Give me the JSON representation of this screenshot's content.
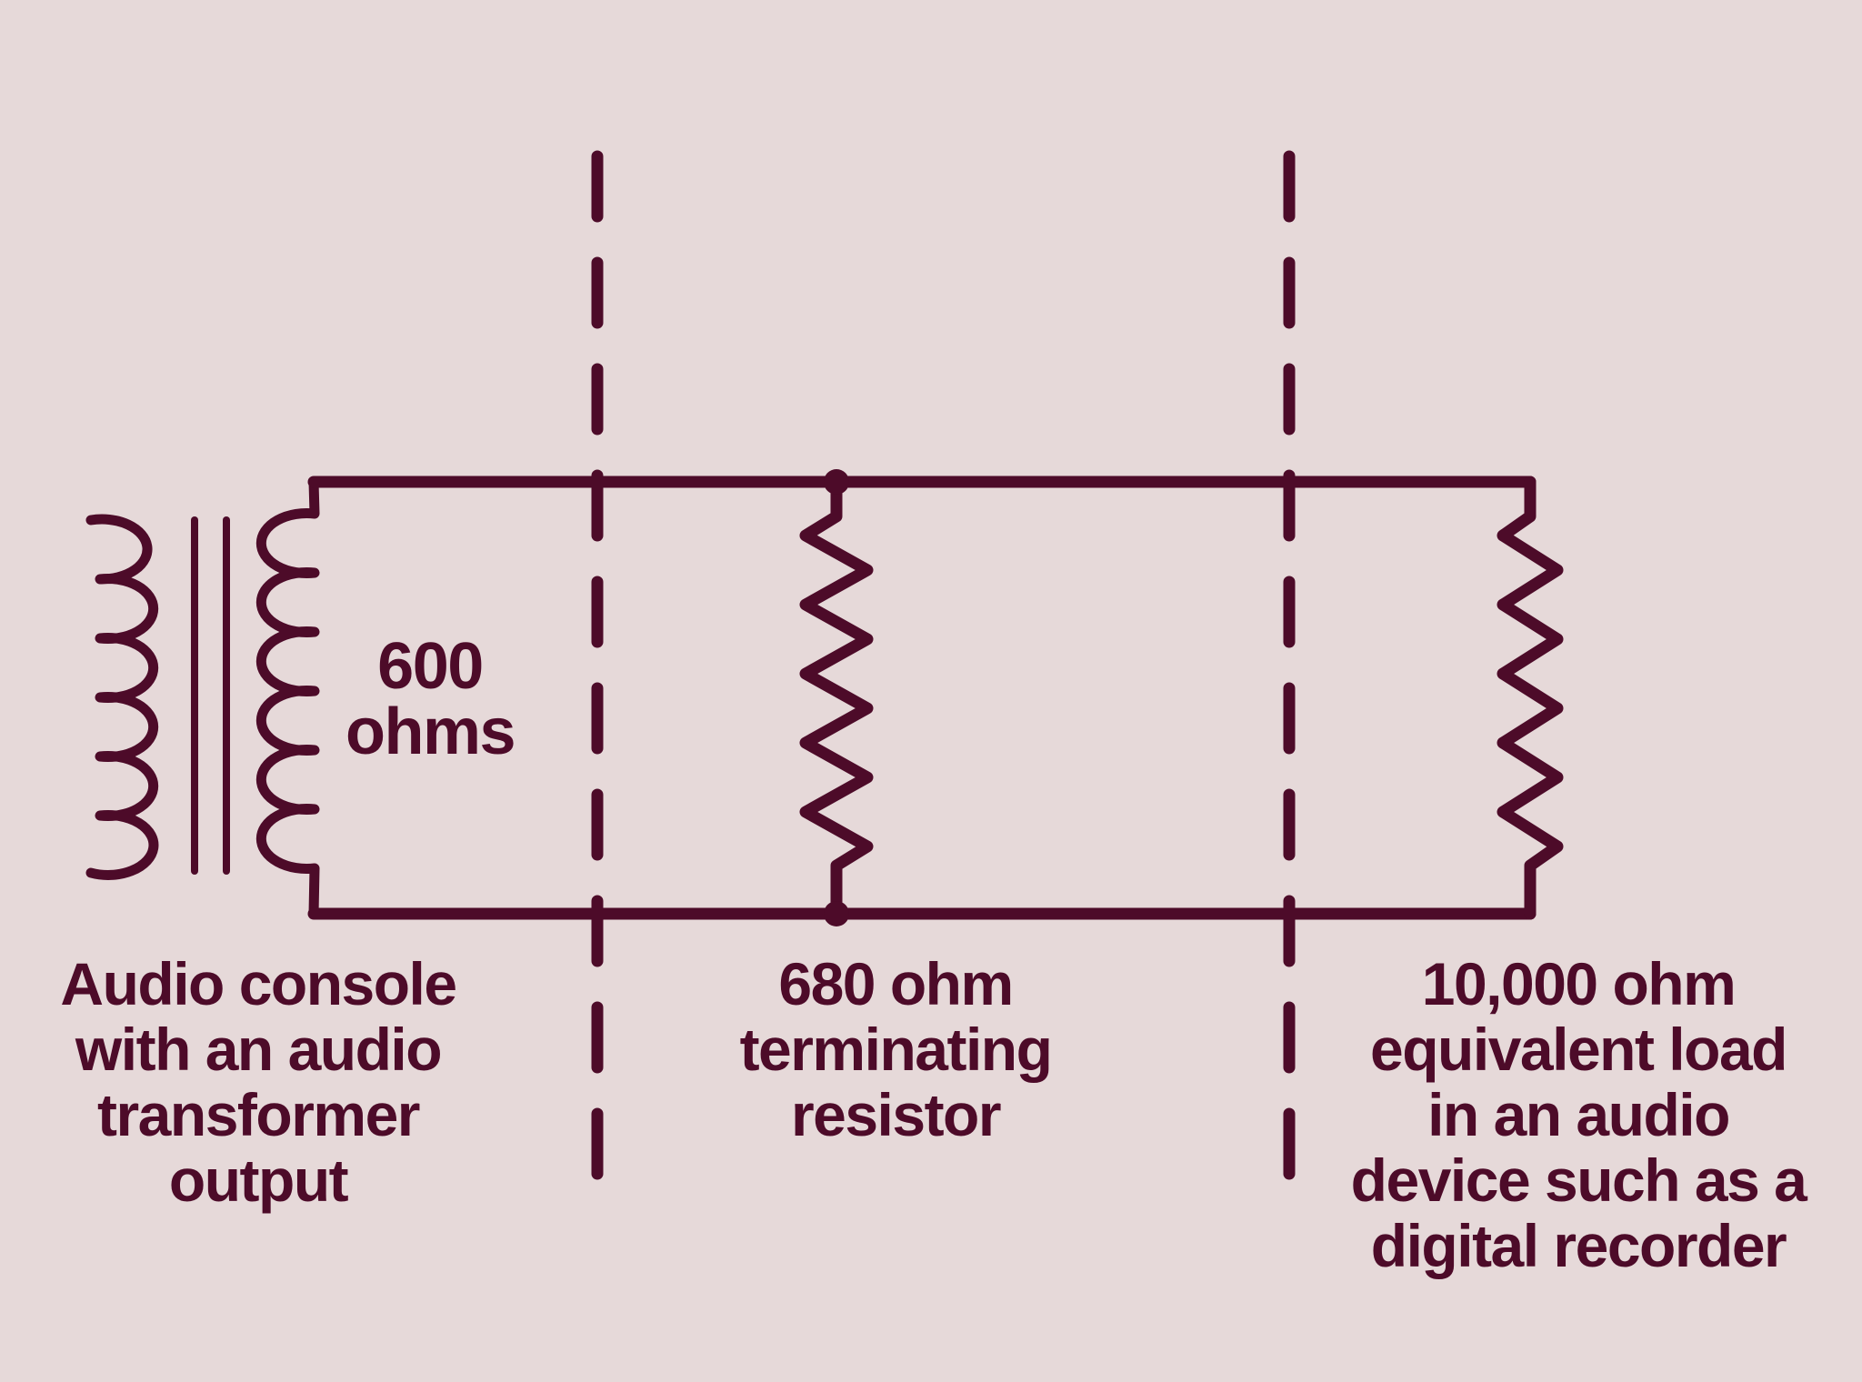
{
  "colors": {
    "background": "#e6d9d9",
    "ink": "#4d0b29"
  },
  "transformer": {
    "impedance_label": {
      "lines": [
        "600",
        "ohms"
      ]
    }
  },
  "captions": {
    "left": {
      "lines": [
        "Audio console",
        "with an audio",
        "transformer",
        "output"
      ]
    },
    "middle": {
      "lines": [
        "680 ohm",
        "terminating",
        "resistor"
      ]
    },
    "right": {
      "lines": [
        "10,000 ohm",
        "equivalent load",
        "in an audio",
        "device such as a",
        "digital recorder"
      ]
    }
  }
}
